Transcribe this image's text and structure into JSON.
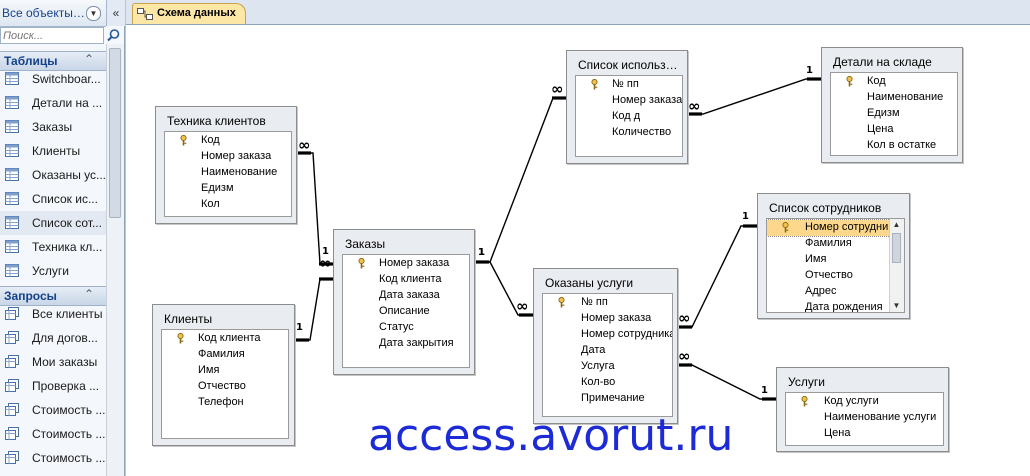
{
  "nav": {
    "title": "Все объекты…",
    "search_placeholder": "Поиск...",
    "groups": [
      {
        "label": "Таблицы",
        "items": [
          "Switchboar...",
          "Детали на ...",
          "Заказы",
          "Клиенты",
          "Оказаны ус...",
          "Список ис...",
          "Список сот...",
          "Техника кл...",
          "Услуги"
        ]
      },
      {
        "label": "Запросы",
        "items": [
          "Все клиенты",
          "Для догов...",
          "Мои заказы",
          "Проверка ...",
          "Стоимость ...",
          "Стоимость ...",
          "Стоимость ..."
        ]
      }
    ],
    "selected_item": "Список сот..."
  },
  "tab": {
    "label": "Схема данных"
  },
  "tables": {
    "tehnika": {
      "title": "Техника клиентов",
      "fields": [
        "Код",
        "Номер заказа",
        "Наименование",
        "Едизм",
        "Кол"
      ],
      "key": [
        0
      ]
    },
    "klienty": {
      "title": "Клиенты",
      "fields": [
        "Код клиента",
        "Фамилия",
        "Имя",
        "Отчество",
        "Телефон"
      ],
      "key": [
        0
      ]
    },
    "zakazy": {
      "title": "Заказы",
      "fields": [
        "Номер заказа",
        "Код клиента",
        "Дата заказа",
        "Описание",
        "Статус",
        "Дата закрытия"
      ],
      "key": [
        0
      ]
    },
    "spisok_isp": {
      "title": "Список использ…",
      "fields": [
        "№ пп",
        "Номер заказа",
        "Код д",
        "Количество"
      ],
      "key": [
        0
      ]
    },
    "detali": {
      "title": "Детали на складе",
      "fields": [
        "Код",
        "Наименование",
        "Едизм",
        "Цена",
        "Кол в остатке"
      ],
      "key": [
        0
      ]
    },
    "okazany": {
      "title": "Оказаны услуги",
      "fields": [
        "№ пп",
        "Номер заказа",
        "Номер сотрудника",
        "Дата",
        "Услуга",
        "Кол-во",
        "Примечание"
      ],
      "key": [
        0
      ]
    },
    "sotrudniki": {
      "title": "Список сотрудников",
      "fields": [
        "Номер сотрудни",
        "Фамилия",
        "Имя",
        "Отчество",
        "Адрес",
        "Дата рождения"
      ],
      "key": [
        0
      ]
    },
    "uslugi": {
      "title": "Услуги",
      "fields": [
        "Код услуги",
        "Наименование услуги",
        "Цена"
      ],
      "key": [
        0
      ]
    }
  },
  "relationships": [
    {
      "from": "tehnika",
      "to": "zakazy",
      "from_card": "∞",
      "to_card": "1"
    },
    {
      "from": "klienty",
      "to": "zakazy",
      "from_card": "1",
      "to_card": "∞"
    },
    {
      "from": "zakazy",
      "to": "spisok_isp",
      "from_card": "1",
      "to_card": "∞"
    },
    {
      "from": "zakazy",
      "to": "okazany",
      "from_card": "1",
      "to_card": "∞"
    },
    {
      "from": "spisok_isp",
      "to": "detali",
      "from_card": "∞",
      "to_card": "1"
    },
    {
      "from": "okazany",
      "to": "sotrudniki",
      "from_card": "∞",
      "to_card": "1"
    },
    {
      "from": "okazany",
      "to": "uslugi",
      "from_card": "∞",
      "to_card": "1"
    }
  ],
  "watermark": "access.avorut.ru",
  "colors": {
    "key_icon": "#d4a017",
    "selected_field": "#fdd88c",
    "watermark": "#1c2bd6"
  }
}
